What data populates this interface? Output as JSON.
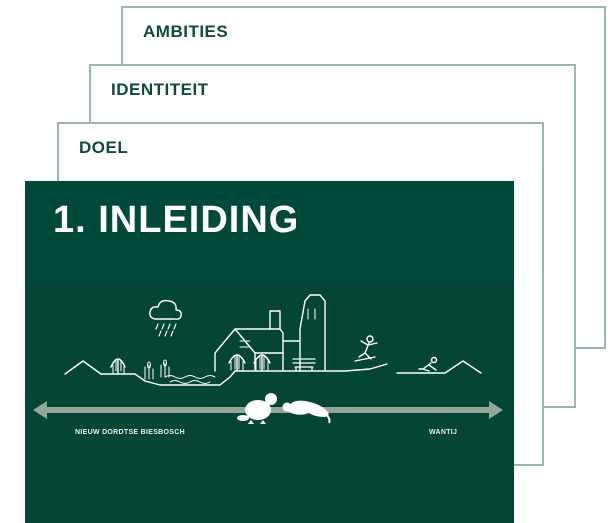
{
  "cards": {
    "ambities": "AMBITIES",
    "identiteit": "IDENTITEIT",
    "doel": "DOEL",
    "inleiding": "1. INLEIDING"
  },
  "illustration": {
    "left_label": "NIEUW DORDTSE BIESBOSCH",
    "right_label": "WANTIJ"
  },
  "colors": {
    "dark_green": "#014a39",
    "border_green": "#9bb5a8",
    "title_green": "#0f4a37",
    "arrow_grey": "#8fa89a"
  }
}
